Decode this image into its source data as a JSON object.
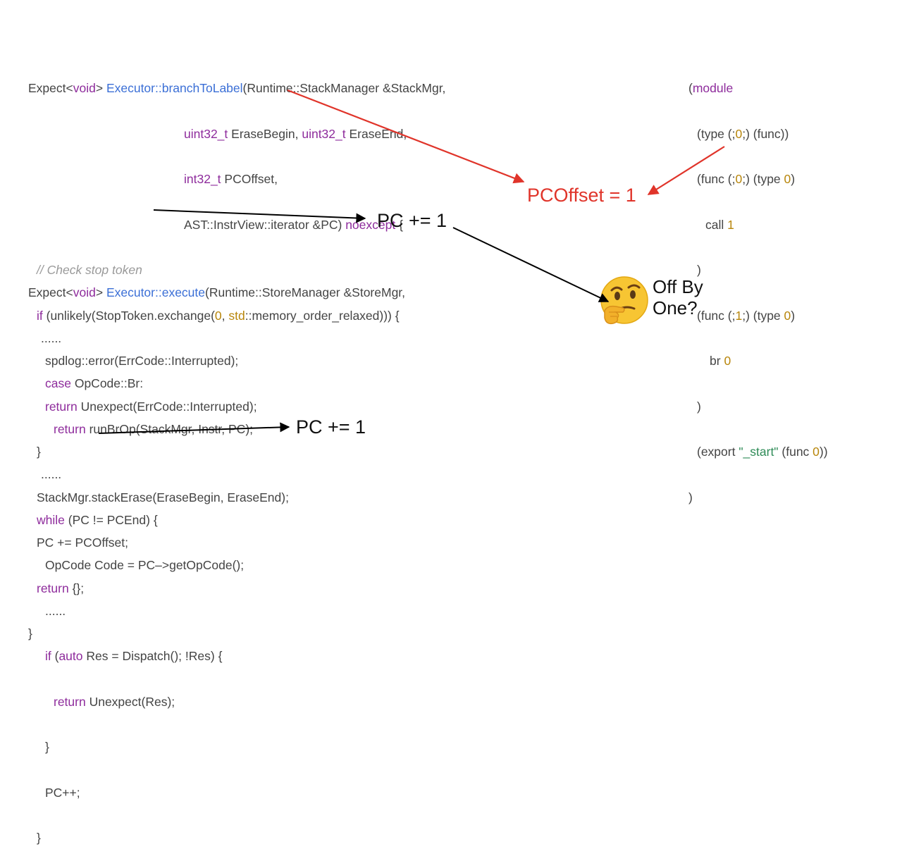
{
  "branch_fn": {
    "l1": {
      "ret1": "Expect<",
      "ret_t": "void",
      "ret2": "> ",
      "name": "Executor::branchToLabel",
      "args": "(Runtime::StackManager &StackMgr,"
    },
    "l2": {
      "t1": "uint32_t",
      "a1": " EraseBegin, ",
      "t2": "uint32_t",
      "a2": " EraseEnd,"
    },
    "l3": {
      "t": "int32_t",
      "a": " PCOffset,"
    },
    "l4": {
      "a": "AST::InstrView::iterator &PC) ",
      "kw": "noexcept",
      "b": " {"
    },
    "l5": "// Check stop token",
    "l6": {
      "kw": "if",
      "a": " (unlikely(StopToken.exchange(",
      "n": "0",
      "b": ", ",
      "ns": "std",
      "c": "::memory_order_relaxed))) {"
    },
    "l7": "spdlog::error(ErrCode::Interrupted);",
    "l8": {
      "kw": "return",
      "a": " Unexpect(ErrCode::Interrupted);"
    },
    "l9": "}",
    "l10": "StackMgr.stackErase(EraseBegin, EraseEnd);",
    "l11": "PC += PCOffset;",
    "l12": {
      "kw": "return",
      "a": " {};"
    },
    "l13": "}"
  },
  "execute_fn": {
    "l1": {
      "ret1": "Expect<",
      "ret_t": "void",
      "ret2": "> ",
      "name": "Executor::execute",
      "args": "(Runtime::StoreManager &StoreMgr,"
    },
    "l2": "......",
    "l3": {
      "kw": "case",
      "a": " OpCode::Br:"
    },
    "l4": {
      "kw": "return",
      "a": " runBrOp(StackMgr, Instr, PC);"
    },
    "l5": "......",
    "l6": {
      "kw": "while",
      "a": " (PC != PCEnd) {"
    },
    "l7": "OpCode Code = PC–>getOpCode();",
    "l8": "......",
    "l9": {
      "kw": "if",
      "a": " (",
      "kw2": "auto",
      "b": " Res = Dispatch(); !Res) {"
    },
    "l10": {
      "kw": "return",
      "a": " Unexpect(Res);"
    },
    "l11": "}",
    "l12": "PC++;",
    "l13": "}"
  },
  "wasm": {
    "l1": {
      "p": "(",
      "kw": "module"
    },
    "l2": {
      "a": "(type (;",
      "n": "0",
      "b": ";) (func))"
    },
    "l3": {
      "a": "(func (;",
      "n": "0",
      "b": ";) (type ",
      "n2": "0",
      "c": ")"
    },
    "l4": {
      "a": "call ",
      "n": "1"
    },
    "l5": ")",
    "l6": {
      "a": "(func (;",
      "n": "1",
      "b": ";) (type ",
      "n2": "0",
      "c": ")"
    },
    "l7": {
      "a": "br ",
      "n": "0"
    },
    "l8": ")",
    "l9": {
      "a": "(export ",
      "s": "\"_start\"",
      "b": " (func ",
      "n": "0",
      "c": "))"
    },
    "l10": ")"
  },
  "annotations": {
    "pcoffset_eq": "PCOffset = 1",
    "pc_plus_1_top": "PC += 1",
    "pc_plus_1_bottom": "PC += 1",
    "off_by_one": "Off By\nOne?",
    "emoji": "🤔"
  },
  "colors": {
    "keyword": "#8e2c9c",
    "function": "#3b6fd6",
    "number": "#b8860b",
    "string": "#2e8b57",
    "arrow_red": "#e0342a",
    "arrow_black": "#000000"
  }
}
